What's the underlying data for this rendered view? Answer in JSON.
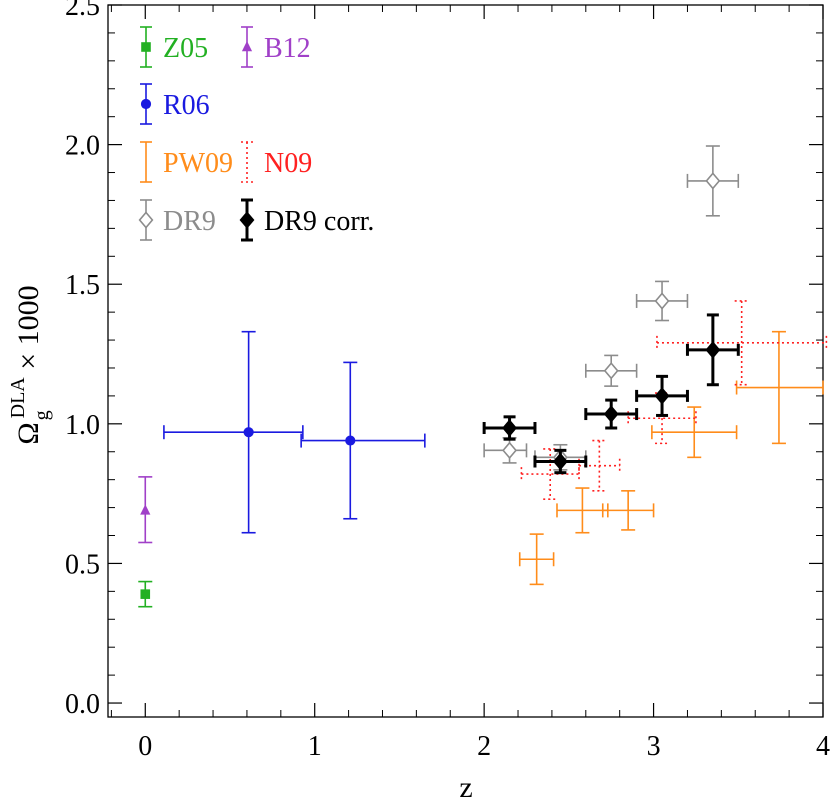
{
  "chart_data": {
    "type": "scatter",
    "xlabel": "z",
    "ylabel": {
      "base": "Ω",
      "sub": "g",
      "sup": "DLA",
      "rest": " × 1000"
    },
    "xlim": [
      -0.22,
      4.0
    ],
    "ylim": [
      -0.05,
      2.5
    ],
    "xticks": [
      0,
      1,
      2,
      3,
      4
    ],
    "xtick_labels": [
      "0",
      "1",
      "2",
      "3",
      "4"
    ],
    "yticks": [
      0.0,
      0.5,
      1.0,
      1.5,
      2.0,
      2.5
    ],
    "ytick_labels": [
      "0.0",
      "0.5",
      "1.0",
      "1.5",
      "2.0",
      "2.5"
    ],
    "grid": false,
    "legend_position": "top-left",
    "series": [
      {
        "name": "Z05",
        "color": "#22b022",
        "marker": "square",
        "line": "solid",
        "points": [
          {
            "x": 0.0,
            "y": 0.39,
            "yerr": [
              0.045,
              0.045
            ]
          }
        ]
      },
      {
        "name": "B12",
        "color": "#a040c8",
        "marker": "triangle",
        "line": "solid",
        "points": [
          {
            "x": 0.0,
            "y": 0.69,
            "yerr": [
              0.115,
              0.12
            ]
          }
        ]
      },
      {
        "name": "R06",
        "color": "#1a1ae0",
        "marker": "circle",
        "line": "solid",
        "points": [
          {
            "x": 0.61,
            "y": 0.97,
            "xerr": [
              0.5,
              0.32
            ],
            "yerr": [
              0.36,
              0.36
            ]
          },
          {
            "x": 1.21,
            "y": 0.94,
            "xerr": [
              0.29,
              0.44
            ],
            "yerr": [
              0.28,
              0.28
            ]
          }
        ]
      },
      {
        "name": "PW09",
        "color": "#ff8c1a",
        "marker": "none",
        "line": "solid",
        "points": [
          {
            "x": 2.31,
            "y": 0.515,
            "xerr": [
              0.1,
              0.1
            ],
            "yerr": [
              0.09,
              0.09
            ]
          },
          {
            "x": 2.58,
            "y": 0.69,
            "xerr": [
              0.15,
              0.15
            ],
            "yerr": [
              0.08,
              0.08
            ]
          },
          {
            "x": 2.85,
            "y": 0.69,
            "xerr": [
              0.15,
              0.15
            ],
            "yerr": [
              0.07,
              0.07
            ]
          },
          {
            "x": 3.24,
            "y": 0.97,
            "xerr": [
              0.25,
              0.25
            ],
            "yerr": [
              0.09,
              0.09
            ]
          },
          {
            "x": 3.74,
            "y": 1.13,
            "xerr": [
              0.25,
              0.26
            ],
            "yerr": [
              0.2,
              0.2
            ]
          }
        ]
      },
      {
        "name": "N09",
        "color": "#ff2020",
        "marker": "none",
        "line": "dotted",
        "points": [
          {
            "x": 2.39,
            "y": 0.82,
            "xerr": [
              0.17,
              0.17
            ],
            "yerr": [
              0.09,
              0.09
            ]
          },
          {
            "x": 2.68,
            "y": 0.85,
            "xerr": [
              0.12,
              0.12
            ],
            "yerr": [
              0.09,
              0.09
            ]
          },
          {
            "x": 3.05,
            "y": 1.02,
            "xerr": [
              0.2,
              0.2
            ],
            "yerr": [
              0.09,
              0.09
            ]
          },
          {
            "x": 3.52,
            "y": 1.29,
            "xerr": [
              0.5,
              0.5
            ],
            "yerr": [
              0.15,
              0.15
            ]
          }
        ]
      },
      {
        "name": "DR9",
        "color": "#8c8c8c",
        "marker": "open-diamond",
        "line": "solid",
        "points": [
          {
            "x": 2.15,
            "y": 0.905,
            "xerr": [
              0.15,
              0.1
            ],
            "yerr": [
              0.045,
              0.045
            ]
          },
          {
            "x": 2.45,
            "y": 0.88,
            "xerr": [
              0.15,
              0.15
            ],
            "yerr": [
              0.045,
              0.045
            ]
          },
          {
            "x": 2.75,
            "y": 1.19,
            "xerr": [
              0.15,
              0.15
            ],
            "yerr": [
              0.055,
              0.055
            ]
          },
          {
            "x": 3.05,
            "y": 1.44,
            "xerr": [
              0.15,
              0.15
            ],
            "yerr": [
              0.07,
              0.07
            ]
          },
          {
            "x": 3.35,
            "y": 1.87,
            "xerr": [
              0.15,
              0.15
            ],
            "yerr": [
              0.125,
              0.125
            ]
          }
        ]
      },
      {
        "name": "DR9 corr.",
        "color": "#000000",
        "marker": "filled-diamond",
        "line": "solid",
        "points": [
          {
            "x": 2.15,
            "y": 0.985,
            "xerr": [
              0.15,
              0.15
            ],
            "yerr": [
              0.04,
              0.04
            ]
          },
          {
            "x": 2.45,
            "y": 0.865,
            "xerr": [
              0.15,
              0.15
            ],
            "yerr": [
              0.04,
              0.04
            ]
          },
          {
            "x": 2.75,
            "y": 1.035,
            "xerr": [
              0.15,
              0.15
            ],
            "yerr": [
              0.05,
              0.05
            ]
          },
          {
            "x": 3.05,
            "y": 1.1,
            "xerr": [
              0.15,
              0.15
            ],
            "yerr": [
              0.07,
              0.07
            ]
          },
          {
            "x": 3.35,
            "y": 1.265,
            "xerr": [
              0.15,
              0.15
            ],
            "yerr": [
              0.125,
              0.125
            ]
          }
        ]
      }
    ],
    "legend": [
      {
        "label": "Z05",
        "color": "#22b022",
        "marker": "square",
        "line": "solid",
        "col": 0,
        "row": 0
      },
      {
        "label": "B12",
        "color": "#a040c8",
        "marker": "triangle",
        "line": "solid",
        "col": 1,
        "row": 0
      },
      {
        "label": "R06",
        "color": "#1a1ae0",
        "marker": "circle",
        "line": "solid",
        "col": 0,
        "row": 1
      },
      {
        "label": "PW09",
        "color": "#ff8c1a",
        "marker": "none",
        "line": "solid",
        "col": 0,
        "row": 2
      },
      {
        "label": "N09",
        "color": "#ff2020",
        "marker": "none",
        "line": "dotted",
        "col": 1,
        "row": 2
      },
      {
        "label": "DR9",
        "color": "#8c8c8c",
        "marker": "open-diamond",
        "line": "solid",
        "col": 0,
        "row": 3
      },
      {
        "label": "DR9 corr.",
        "color": "#000000",
        "marker": "filled-diamond",
        "line": "solid",
        "col": 1,
        "row": 3
      }
    ]
  }
}
